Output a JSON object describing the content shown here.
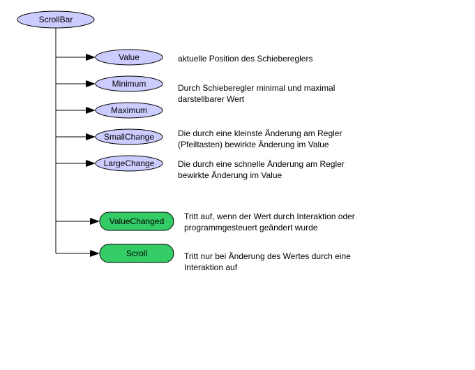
{
  "root": {
    "label": "ScrollBar",
    "fill": "#ccccff"
  },
  "colors": {
    "property_fill": "#ccccff",
    "event_fill": "#33cc66",
    "stroke": "#000000",
    "line": "#000000"
  },
  "properties": [
    {
      "label": "Value",
      "description": [
        "aktuelle Position des Schiebereglers"
      ]
    },
    {
      "label": "Minimum",
      "description": [
        "Durch Schieberegler minimal und maximal",
        "darstellbarer Wert"
      ]
    },
    {
      "label": "Maximum",
      "description": []
    },
    {
      "label": "SmallChange",
      "description": [
        "Die durch eine kleinste Änderung am Regler",
        "(Pfeiltasten) bewirkte Änderung im Value"
      ]
    },
    {
      "label": "LargeChange",
      "description": [
        "Die durch eine schnelle Änderung am Regler",
        "bewirkte Änderung im Value"
      ]
    }
  ],
  "events": [
    {
      "label": "ValueChanged",
      "description": [
        "Tritt auf, wenn der Wert durch Interaktion oder",
        "programmgesteuert geändert wurde"
      ]
    },
    {
      "label": "Scroll",
      "description": [
        "Tritt nur bei Änderung des Wertes durch eine",
        "Interaktion auf"
      ]
    }
  ]
}
